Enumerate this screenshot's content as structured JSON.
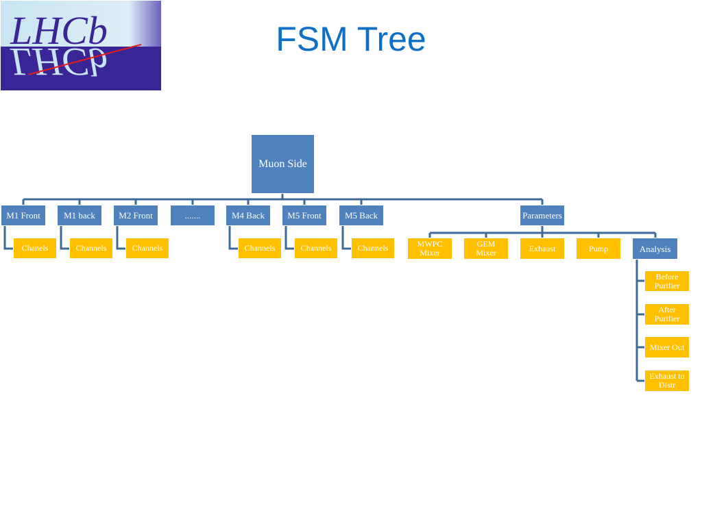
{
  "title": "FSM Tree",
  "logo": {
    "text": "LHCb"
  },
  "tree": {
    "root": "Muon  Side",
    "level1": [
      "M1 Front",
      "M1 back",
      "M2 Front",
      ".......",
      "M4 Back",
      "M5 Front",
      "M5 Back",
      "Parameters"
    ],
    "channels": [
      "Chanels",
      "Channels",
      "Channels",
      "Channels",
      "Channels",
      "Channels"
    ],
    "parameters": [
      "MWPC\nMixer",
      "GEM\nMixer",
      "Exhaust",
      "Pump",
      "Analysis"
    ],
    "analysis": [
      "Before\nPurifier",
      "After\nPurifier",
      "Mixer Out",
      "Exhaust to\nDistr"
    ]
  },
  "colors": {
    "title": "#0f6fc6",
    "node": "#4f81bd",
    "leaf": "#ffc000",
    "line": "#3d6a99"
  }
}
